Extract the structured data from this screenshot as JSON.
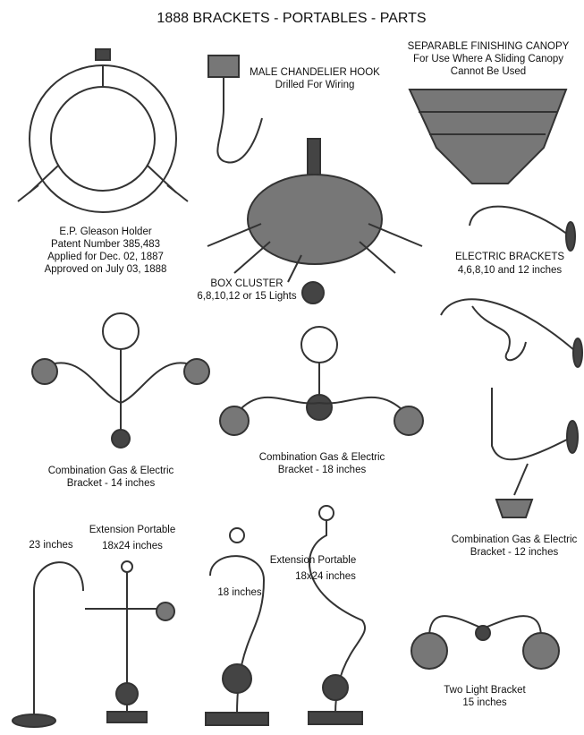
{
  "title": "1888 BRACKETS - PORTABLES - PARTS",
  "items": {
    "canopy": {
      "l1": "SEPARABLE FINISHING CANOPY",
      "l2": "For Use Where A Sliding Canopy",
      "l3": "Cannot Be Used"
    },
    "hook": {
      "l1": "MALE CHANDELIER HOOK",
      "l2": "Drilled For Wiring"
    },
    "gleason": {
      "l1": "E.P. Gleason Holder",
      "l2": "Patent Number 385,483",
      "l3": "Applied for Dec. 02, 1887",
      "l4": "Approved on July 03, 1888"
    },
    "cluster": {
      "l1": "BOX CLUSTER",
      "l2": "6,8,10,12 or 15 Lights"
    },
    "electric": {
      "l1": "ELECTRIC BRACKETS",
      "l2": "4,6,8,10 and 12 inches"
    },
    "combo14": {
      "l1": "Combination Gas & Electric",
      "l2": "Bracket - 14 inches"
    },
    "combo18": {
      "l1": "Combination Gas & Electric",
      "l2": "Bracket - 18 inches"
    },
    "combo12": {
      "l1": "Combination Gas & Electric",
      "l2": "Bracket  - 12 inches"
    },
    "portable23": {
      "l1": "23 inches"
    },
    "ext1": {
      "l1": "Extension Portable",
      "l2": "18x24 inches"
    },
    "portable18": {
      "l1": "18 inches"
    },
    "ext2": {
      "l1": "Extension Portable",
      "l2": "18x24 inches"
    },
    "twolight": {
      "l1": "Two Light Bracket",
      "l2": "15 inches"
    }
  }
}
